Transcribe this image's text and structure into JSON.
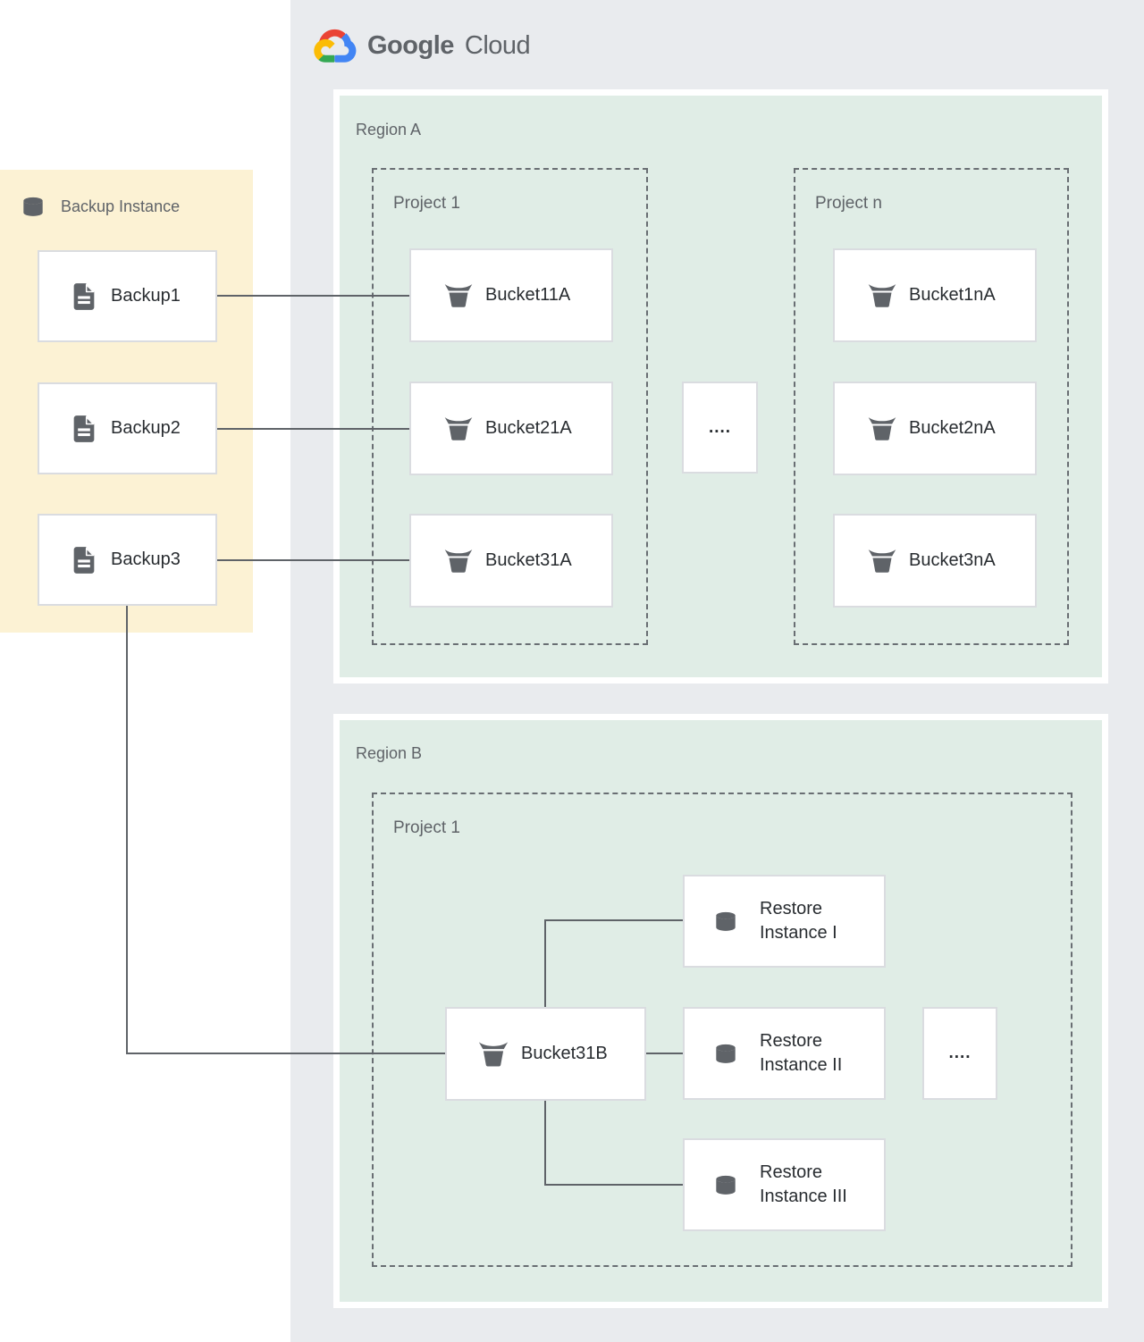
{
  "colors": {
    "page_bg": "#ffffff",
    "cloud_panel_bg": "#e9ebee",
    "backup_panel_bg": "#fcf2d4",
    "region_bg": "#e0ede6",
    "node_border": "#dadce0",
    "dashed_border": "#696e73",
    "connector": "#5f6368",
    "icon": "#5f6368",
    "label_text": "#5f6368",
    "node_text": "#282c30",
    "logo_red": "#ea4335",
    "logo_blue": "#4285f4",
    "logo_green": "#34a853",
    "logo_yellow": "#fbbc05"
  },
  "logo": {
    "part1": "Google",
    "part2": "Cloud"
  },
  "backup_panel": {
    "title": "Backup Instance",
    "items": [
      "Backup1",
      "Backup2",
      "Backup3"
    ]
  },
  "region_a": {
    "label": "Region A",
    "project1": {
      "label": "Project 1",
      "buckets": [
        "Bucket11A",
        "Bucket21A",
        "Bucket31A"
      ]
    },
    "project_n": {
      "label": "Project n",
      "buckets": [
        "Bucket1nA",
        "Bucket2nA",
        "Bucket3nA"
      ]
    },
    "ellipsis": "...."
  },
  "region_b": {
    "label": "Region B",
    "project1": {
      "label": "Project 1",
      "bucket": "Bucket31B",
      "restore_instances": [
        {
          "line1": "Restore",
          "line2": "Instance I"
        },
        {
          "line1": "Restore",
          "line2": "Instance II"
        },
        {
          "line1": "Restore",
          "line2": "Instance III"
        }
      ],
      "ellipsis": "...."
    }
  }
}
